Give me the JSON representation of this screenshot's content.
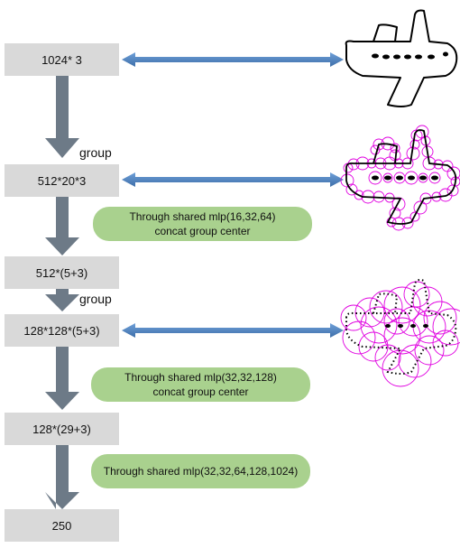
{
  "nodes": [
    {
      "id": "n1",
      "text": "1024* 3"
    },
    {
      "id": "n2",
      "text": "512*20*3"
    },
    {
      "id": "n3",
      "text": "512*(5+3)"
    },
    {
      "id": "n4",
      "text": "128*128*(5+3)"
    },
    {
      "id": "n5",
      "text": "128*(29+3)"
    },
    {
      "id": "n6",
      "text": "250"
    }
  ],
  "edge_labels": {
    "group1": "group",
    "group2": "group"
  },
  "operations": {
    "op1": {
      "line1": "Through shared mlp(16,32,64)",
      "line2": "concat group center"
    },
    "op2": {
      "line1": "Through shared mlp(32,32,128)",
      "line2": "concat group center"
    },
    "op3": {
      "line1": "Through shared mlp(32,32,64,128,1024)"
    }
  },
  "colors": {
    "box": "#d9d9d9",
    "pill": "#a9d18e",
    "flow_arrow": "#6d7a87",
    "link_arrow": "#4f81bd",
    "circles": "#e000e0"
  },
  "illustrations": [
    "airplane-outline",
    "airplane-grouped-small-circles",
    "airplane-grouped-large-circles"
  ]
}
